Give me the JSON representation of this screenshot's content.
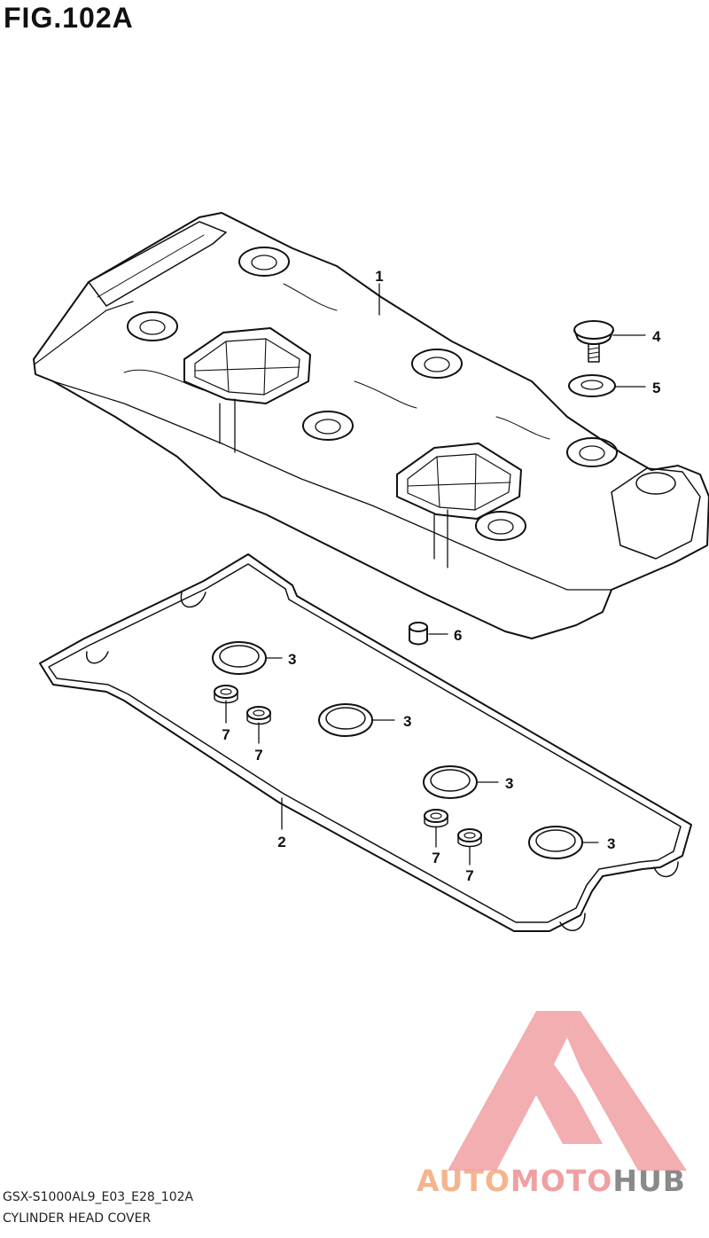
{
  "figure": {
    "title": "FIG.102A"
  },
  "callouts": [
    {
      "id": "c1",
      "label": "1",
      "part": "cylinder-head-cover"
    },
    {
      "id": "c2",
      "label": "2",
      "part": "gasket"
    },
    {
      "id": "c3a",
      "label": "3",
      "part": "seal-ring"
    },
    {
      "id": "c3b",
      "label": "3",
      "part": "seal-ring"
    },
    {
      "id": "c3c",
      "label": "3",
      "part": "seal-ring"
    },
    {
      "id": "c3d",
      "label": "3",
      "part": "seal-ring"
    },
    {
      "id": "c4",
      "label": "4",
      "part": "bolt"
    },
    {
      "id": "c5",
      "label": "5",
      "part": "washer"
    },
    {
      "id": "c6",
      "label": "6",
      "part": "dowel-pin"
    },
    {
      "id": "c7a",
      "label": "7",
      "part": "small-seal"
    },
    {
      "id": "c7b",
      "label": "7",
      "part": "small-seal"
    },
    {
      "id": "c7c",
      "label": "7",
      "part": "small-seal"
    },
    {
      "id": "c7d",
      "label": "7",
      "part": "small-seal"
    }
  ],
  "footer": {
    "code": "GSX-S1000AL9_E03_E28_102A",
    "name": "CYLINDER HEAD COVER"
  },
  "watermark": {
    "auto": "AUTO",
    "moto": "MOTO",
    "hub": "HUB",
    "colors": {
      "auto": "#f4b58e",
      "moto": "#f0a0a2",
      "hub": "#8a8a8a"
    }
  }
}
